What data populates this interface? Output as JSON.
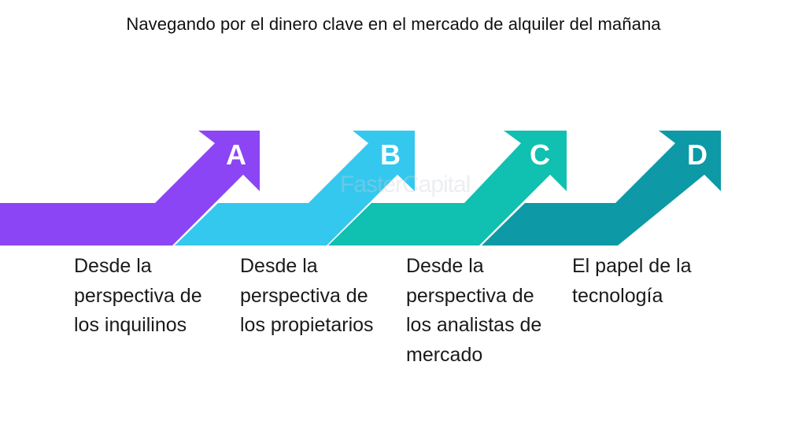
{
  "title": "Navegando por el dinero clave en el mercado de alquiler del mañana",
  "watermark": "FasterCapital",
  "steps": [
    {
      "letter": "A",
      "caption": "Desde la perspectiva de los inquilinos",
      "color": "#8B45F5"
    },
    {
      "letter": "B",
      "caption": "Desde la perspectiva de los propietarios",
      "color": "#35C8EE"
    },
    {
      "letter": "C",
      "caption": "Desde la perspectiva de los analistas de mercado",
      "color": "#10C0B0"
    },
    {
      "letter": "D",
      "caption": "El papel de la tecnología",
      "color": "#0D99A6"
    }
  ]
}
